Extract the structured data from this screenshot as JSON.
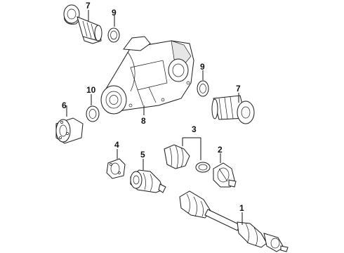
{
  "diagram": {
    "callouts": {
      "c1": "1",
      "c2": "2",
      "c3": "3",
      "c4": "4",
      "c5": "5",
      "c6": "6",
      "c7a": "7",
      "c7b": "7",
      "c8": "8",
      "c9a": "9",
      "c9b": "9",
      "c10": "10"
    }
  }
}
